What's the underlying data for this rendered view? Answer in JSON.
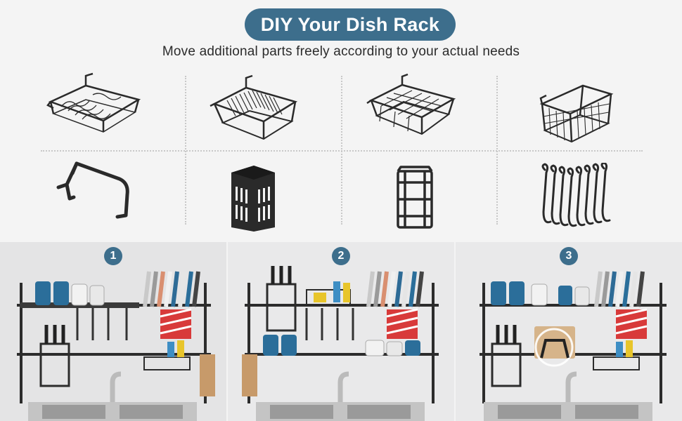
{
  "header": {
    "title": "DIY Your Dish Rack",
    "subtitle": "Move additional parts freely according to your actual needs"
  },
  "parts": {
    "row1": [
      "dish-drainer-basket-icon",
      "plate-rack-basket-icon",
      "wire-basket-icon",
      "storage-basket-icon"
    ],
    "row2": [
      "cutting-board-holder-icon",
      "utensil-holder-cup-icon",
      "knife-holder-icon",
      "s-hooks-icon"
    ]
  },
  "photos": [
    {
      "badge": "1"
    },
    {
      "badge": "2"
    },
    {
      "badge": "3"
    }
  ],
  "colors": {
    "accent": "#3d6e8c",
    "metal": "#2a2a2a"
  }
}
